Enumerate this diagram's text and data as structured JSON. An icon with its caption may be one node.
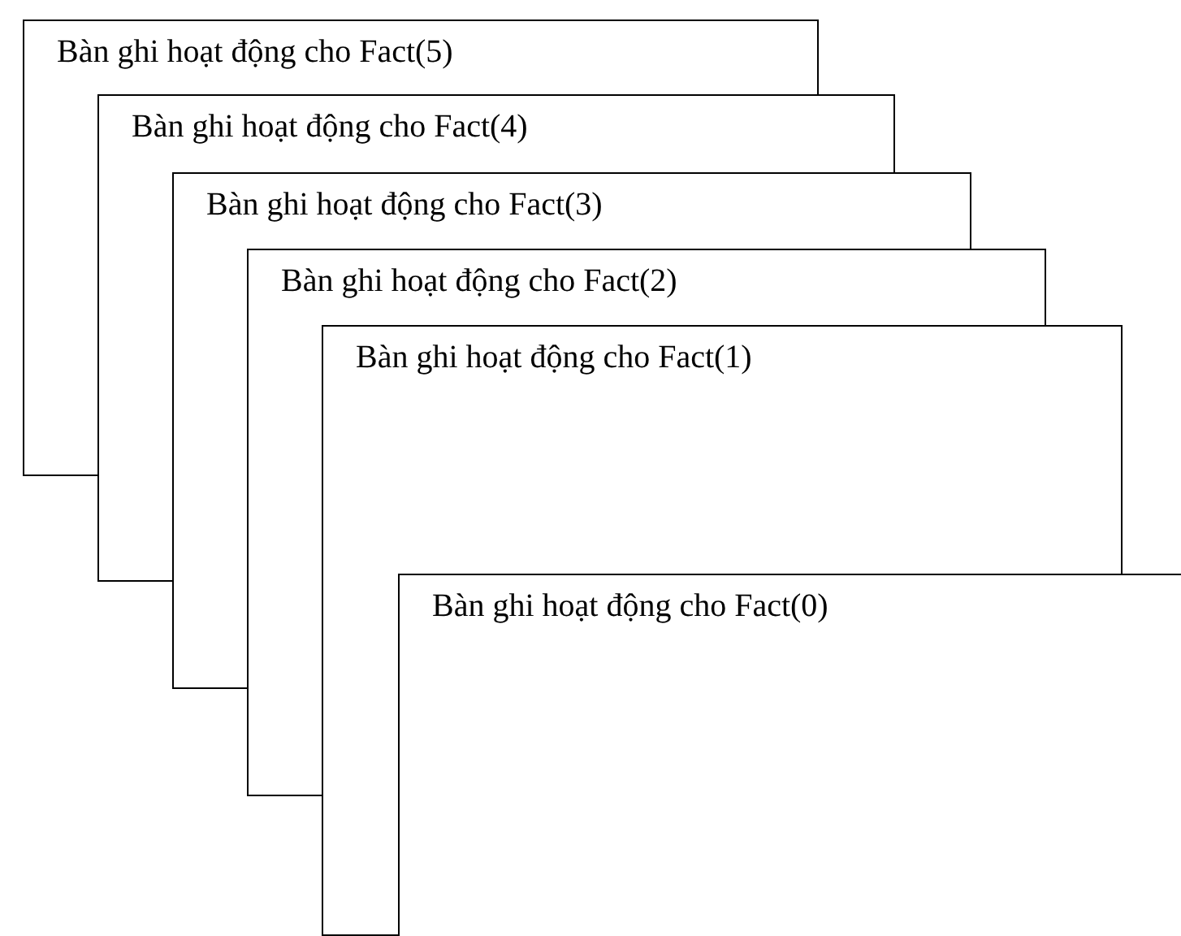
{
  "diagram": {
    "nodes": [
      {
        "text": [
          "Bàn ghi hoạt động cho Fact(5)"
        ]
      },
      {
        "text": [
          "Bàn ghi hoạt động cho Fact(4)"
        ]
      },
      {
        "text": [
          "Bàn ghi hoạt động cho Fact(3)"
        ]
      },
      {
        "text": [
          "Bàn ghi hoạt động cho Fact(2)"
        ]
      },
      {
        "text": [
          "Bàn ghi hoạt động cho Fact(1)"
        ]
      },
      {
        "text": [
          "Bàn ghi hoạt động cho Fact(0)"
        ]
      }
    ]
  }
}
